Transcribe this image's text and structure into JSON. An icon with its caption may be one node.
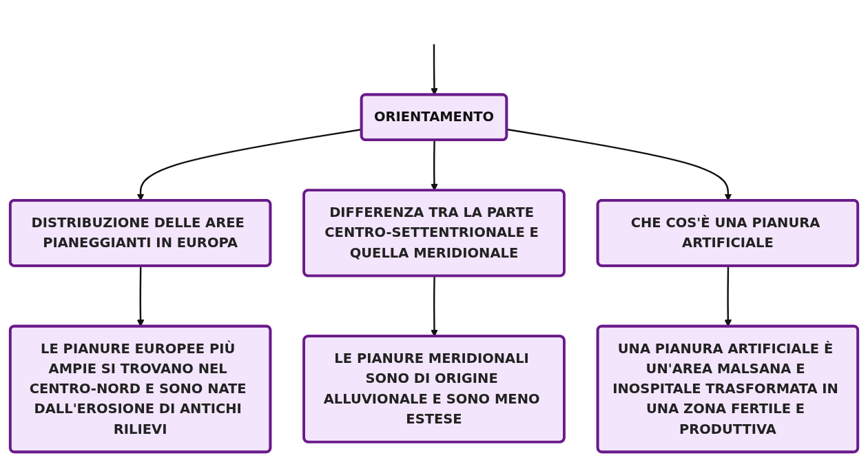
{
  "diagram": {
    "nodes": [
      {
        "text": [
          "ORIENTAMENTO"
        ]
      },
      {
        "text": [
          "DISTRIBUZIONE DELLE AREE PIANEGGIANTI IN EUROPA"
        ]
      },
      {
        "text": [
          "DIFFERENZA TRA LA PARTE CENTRO-SETTENTRIONALE E QUELLA MERIDIONALE"
        ]
      },
      {
        "text": [
          "CHE COS'È UNA PIANURA ARTIFICIALE"
        ]
      },
      {
        "text": [
          "LE PIANURE EUROPEE PIÙ AMPIE SI TROVANO NEL CENTRO-NORD E SONO NATE DALL'EROSIONE DI ANTICHI RILIEVI"
        ]
      },
      {
        "text": [
          "LE PIANURE MERIDIONALI SONO DI ORIGINE ALLUVIONALE E SONO MENO ESTESE"
        ]
      },
      {
        "text": [
          "UNA PIANURA ARTIFICIALE È UN'AREA MALSANA E INOSPITALE TRASFORMATA IN UNA ZONA FERTILE E PRODUTTIVA"
        ]
      }
    ],
    "edges": [
      {
        "from": null,
        "to": 0,
        "arrow": "to"
      },
      {
        "from": 0,
        "to": 1,
        "arrow": "to"
      },
      {
        "from": 0,
        "to": 2,
        "arrow": "to"
      },
      {
        "from": 0,
        "to": 3,
        "arrow": "to"
      },
      {
        "from": 1,
        "to": 4,
        "arrow": "to"
      },
      {
        "from": 2,
        "to": 5,
        "arrow": "to"
      },
      {
        "from": 3,
        "to": 6,
        "arrow": "to"
      }
    ]
  }
}
